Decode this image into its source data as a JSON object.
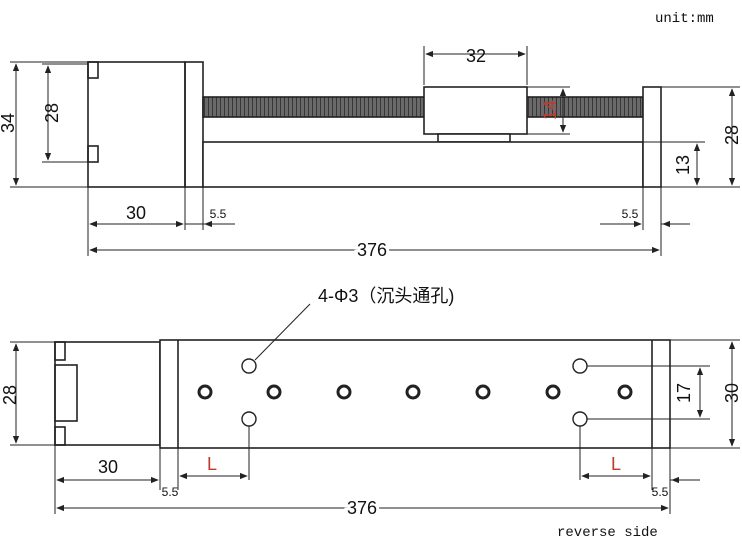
{
  "unit_label": "unit:mm",
  "reverse_label": "reverse side",
  "hole_note": "4-Φ3（沉头通孔)",
  "colors": {
    "line": "#222222",
    "accent": "#c0392b",
    "background": "#ffffff"
  },
  "top_view": {
    "dim_carriage_width": "32",
    "dim_carriage_height": "14",
    "dim_motor_height": "34",
    "dim_motor_flange": "28",
    "dim_rail_height_right": "28",
    "dim_base_height": "13",
    "dim_motor_length": "30",
    "dim_end_left": "5.5",
    "dim_end_right": "5.5",
    "dim_total_length": "376"
  },
  "bottom_view": {
    "dim_motor_height": "28",
    "dim_hole_spacing": "17",
    "dim_rail_width": "30",
    "dim_motor_length": "30",
    "dim_end_left": "5.5",
    "dim_end_right": "5.5",
    "dim_total_length": "376",
    "label_L_left": "L",
    "label_L_right": "L"
  }
}
